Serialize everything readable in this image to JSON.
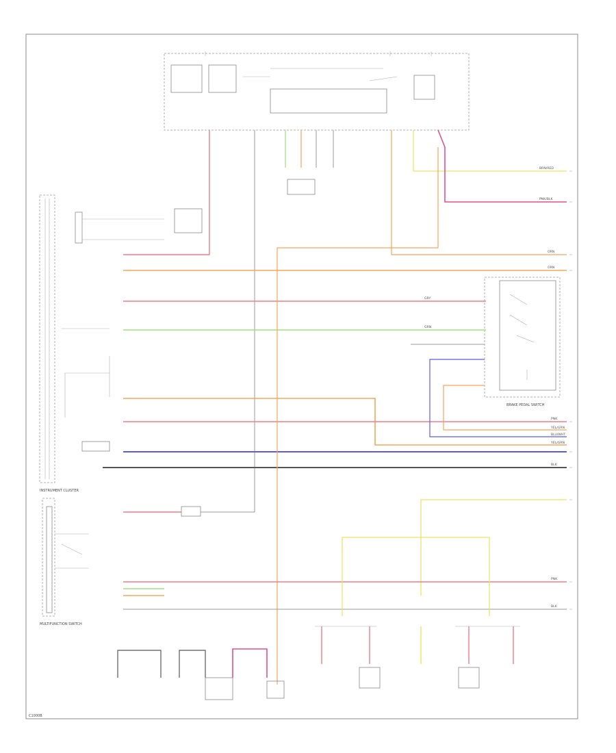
{
  "colors": {
    "red": "#f07a8a",
    "orange": "#f5a55a",
    "green": "#9fe07a",
    "yellow": "#f0e060",
    "blue": "#5a5ae8",
    "black": "#555555",
    "pink": "#e0508a",
    "gray": "#9a9a9a"
  },
  "labels": {
    "instrument_cluster": "INSTRUMENT CLUSTER",
    "multifunction_switch": "MULTIFUNCTION SWITCH",
    "brake_pedal_switch": "BRAKE PEDAL SWITCH",
    "footer_code": "C1000B"
  },
  "wire_tags": {
    "w1": "BRN/RED",
    "w2": "PNK/BLK",
    "w3": "ORN",
    "w4": "ORN",
    "w5": "GRY",
    "w6": "GRN",
    "w7": "PNK",
    "w8": "YEL/GRN",
    "w9": "BLU/WHT",
    "w10": "YEL/GRN",
    "w11": "BLK",
    "w12": "PNK",
    "w13": "BLK"
  }
}
